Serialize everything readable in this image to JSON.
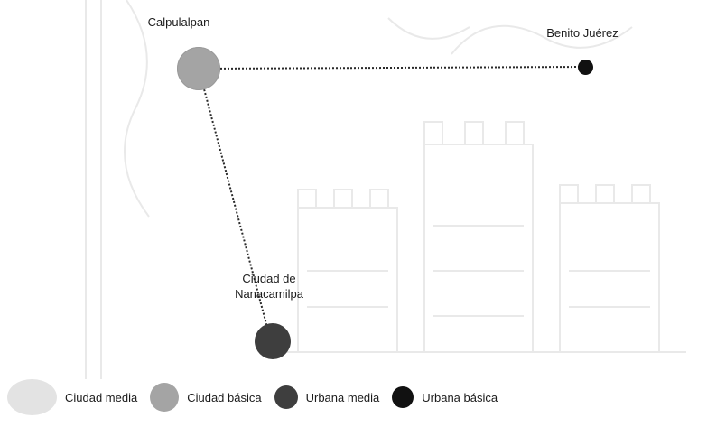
{
  "diagram": {
    "nodes": [
      {
        "id": "calpulalpan",
        "label": "Calpulalpan",
        "category": "Ciudad básica"
      },
      {
        "id": "benito",
        "label": "Benito Juérez",
        "category": "Urbana básica"
      },
      {
        "id": "nanacamilpa",
        "label_line1": "Ciudad de",
        "label_line2": "Nanacamilpa",
        "category": "Urbana media"
      }
    ],
    "edges": [
      {
        "from": "calpulalpan",
        "to": "benito",
        "style": "dotted"
      },
      {
        "from": "calpulalpan",
        "to": "nanacamilpa",
        "style": "dotted"
      }
    ]
  },
  "legend": {
    "items": [
      {
        "label": "Ciudad media",
        "color": "#e3e3e3"
      },
      {
        "label": "Ciudad básica",
        "color": "#a4a4a4"
      },
      {
        "label": "Urbana media",
        "color": "#3e3e3e"
      },
      {
        "label": "Urbana básica",
        "color": "#111111"
      }
    ]
  },
  "colors": {
    "ciudad_media": "#e3e3e3",
    "ciudad_basica": "#a4a4a4",
    "urbana_media": "#3e3e3e",
    "urbana_basica": "#111111",
    "edge": "#2a2a2a",
    "watermark": "#ececec"
  }
}
